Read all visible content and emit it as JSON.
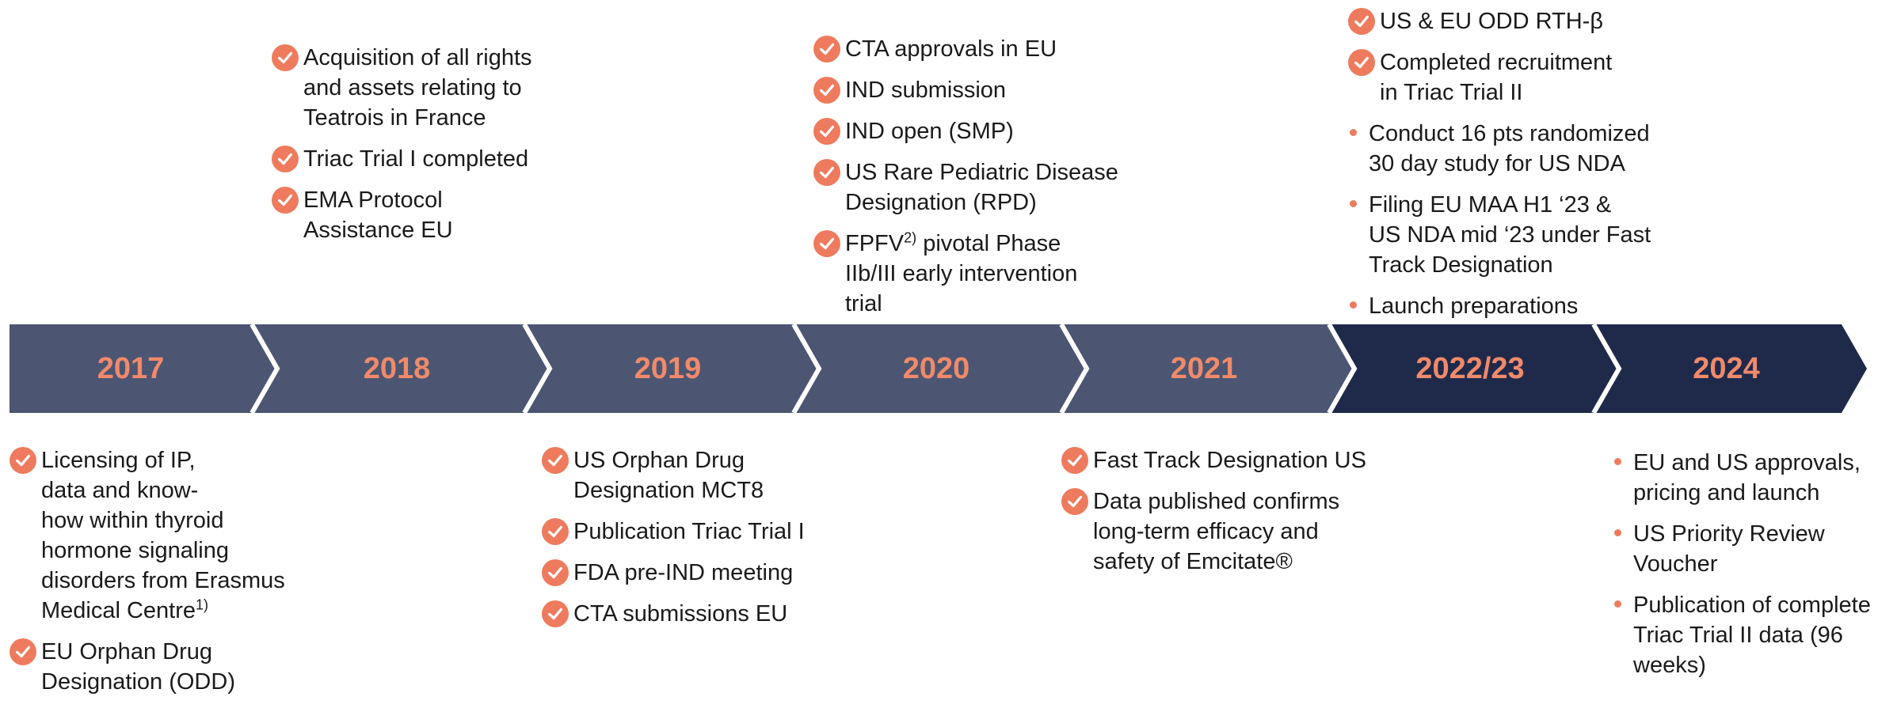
{
  "colors": {
    "accent": "#ee7b5d",
    "bar": "#4c5672",
    "bar_dark": "#1f2a4b",
    "year_text": "#f08a6a"
  },
  "years": [
    "2017",
    "2018",
    "2019",
    "2020",
    "2021",
    "2022/23",
    "2024"
  ],
  "top": {
    "y2018": [
      {
        "type": "check",
        "text": "Acquisition of all rights\nand assets relating to\nTeatrois in France"
      },
      {
        "type": "check",
        "text": " Triac Trial I completed"
      },
      {
        "type": "check",
        "text": "EMA Protocol\nAssistance EU"
      }
    ],
    "y2020": [
      {
        "type": "check",
        "text": "CTA approvals in EU"
      },
      {
        "type": "check",
        "text": "IND submission"
      },
      {
        "type": "check",
        "text": "IND open (SMP)"
      },
      {
        "type": "check",
        "text": "US Rare Pediatric Disease\nDesignation (RPD)"
      },
      {
        "type": "check",
        "text": "FPFV",
        "sup": "2)",
        "after": " pivotal Phase\nIIb/III early intervention\ntrial"
      }
    ],
    "y2022": [
      {
        "type": "check",
        "text": "US & EU ODD RTH-β"
      },
      {
        "type": "check",
        "text": "Completed recruitment\n in Triac Trial II"
      },
      {
        "type": "bullet",
        "text": "Conduct 16 pts randomized\n30 day study  for US NDA"
      },
      {
        "type": "bullet",
        "text": "Filing EU MAA H1 ‘23 &\nUS NDA mid ‘23 under Fast\nTrack Designation"
      },
      {
        "type": "bullet",
        "text": "Launch preparations"
      }
    ]
  },
  "bottom": {
    "y2017": [
      {
        "type": "check",
        "text": "Licensing of IP,\ndata and know-\nhow within thyroid\nhormone signaling\ndisorders from Erasmus\nMedical Centre",
        "sup": "1)"
      },
      {
        "type": "check",
        "text": "EU Orphan Drug\nDesignation (ODD)"
      }
    ],
    "y2019": [
      {
        "type": "check",
        "text": "US Orphan Drug\nDesignation MCT8"
      },
      {
        "type": "check",
        "text": "Publication Triac Trial I"
      },
      {
        "type": "check",
        "text": "FDA pre-IND meeting"
      },
      {
        "type": "check",
        "text": "CTA submissions EU"
      }
    ],
    "y2021": [
      {
        "type": "check",
        "text": " Fast Track Designation US"
      },
      {
        "type": "check",
        "text": " Data published confirms\n long-term efficacy and\n safety of Emcitate®"
      }
    ],
    "y2024": [
      {
        "type": "bullet",
        "text": "EU and US approvals,\npricing and launch"
      },
      {
        "type": "bullet",
        "text": "US Priority Review\nVoucher"
      },
      {
        "type": "bullet",
        "text": "Publication of complete\nTriac Trial II data (96\nweeks)"
      }
    ]
  }
}
